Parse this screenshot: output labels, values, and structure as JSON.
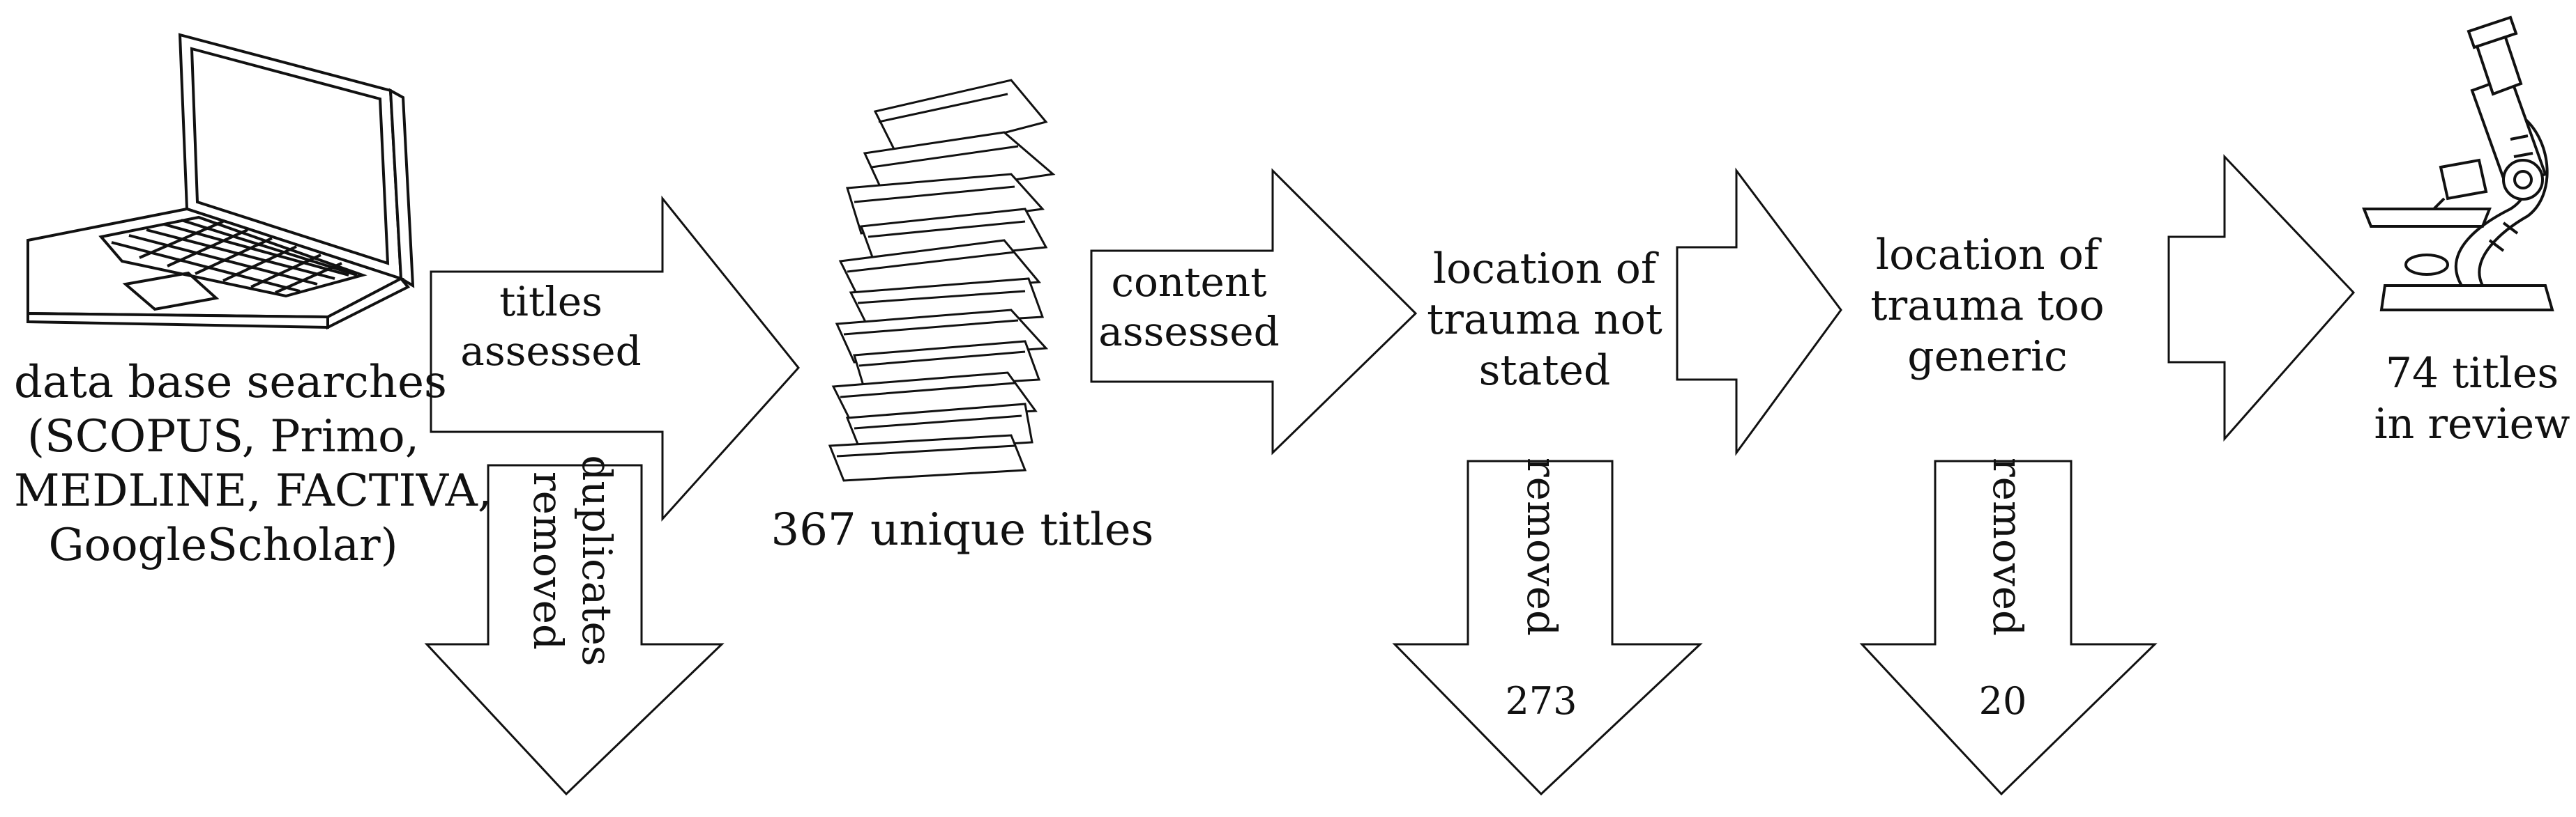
{
  "diagram": {
    "sources": {
      "line1": "data base searches",
      "line2": "(SCOPUS, Primo,",
      "line3": "MEDLINE, FACTIVA,",
      "line4": "GoogleScholar)"
    },
    "arrow_titles_assessed": {
      "line1": "titles",
      "line2": "assessed"
    },
    "arrow_duplicates": {
      "line1": "duplicates",
      "line2": "removed"
    },
    "unique_titles": "367 unique titles",
    "arrow_content_assessed": {
      "line1": "content",
      "line2": "assessed"
    },
    "stage_location_not_stated": {
      "line1": "location of",
      "line2": "trauma not",
      "line3": "stated"
    },
    "arrow_removed_1": {
      "label": "removed",
      "count": "273"
    },
    "stage_location_too_generic": {
      "line1": "location of",
      "line2": "trauma too",
      "line3": "generic"
    },
    "arrow_removed_2": {
      "label": "removed",
      "count": "20"
    },
    "final": {
      "line1": "74 titles",
      "line2": "in review"
    },
    "icons": [
      "laptop-icon",
      "paper-stack-icon",
      "microscope-icon"
    ],
    "colors": {
      "stroke": "#111111",
      "background": "#ffffff"
    }
  }
}
